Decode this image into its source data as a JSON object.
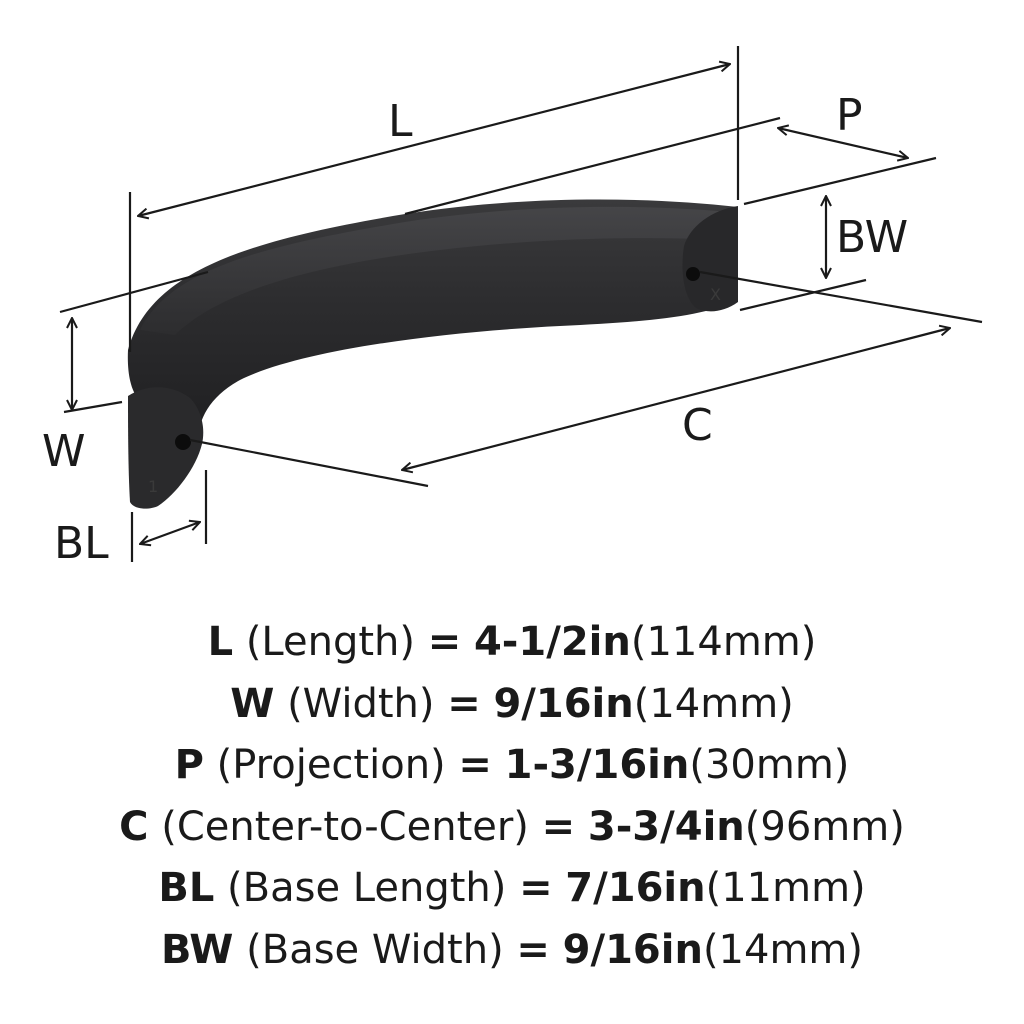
{
  "diagram": {
    "labels": {
      "length": "L",
      "projection": "P",
      "base_width": "BW",
      "width": "W",
      "center": "C",
      "base_length": "BL"
    },
    "end_marks": {
      "left": "1",
      "right": "X"
    },
    "colors": {
      "handle": "#2b2b2d",
      "handle_highlight": "#4a4a4d",
      "lines": "#1a1a1a"
    }
  },
  "specs": [
    {
      "code": "L",
      "name": "(Length)",
      "eq": "=",
      "imperial": "4-1/2in",
      "metric": "(114mm)"
    },
    {
      "code": "W",
      "name": "(Width)",
      "eq": "=",
      "imperial": "9/16in",
      "metric": "(14mm)"
    },
    {
      "code": "P",
      "name": "(Projection)",
      "eq": "=",
      "imperial": "1-3/16in",
      "metric": "(30mm)"
    },
    {
      "code": "C",
      "name": "(Center-to-Center)",
      "eq": "=",
      "imperial": "3-3/4in",
      "metric": "(96mm)"
    },
    {
      "code": "BL",
      "name": "(Base Length)",
      "eq": "=",
      "imperial": "7/16in",
      "metric": "(11mm)"
    },
    {
      "code": "BW",
      "name": "(Base Width)",
      "eq": "=",
      "imperial": "9/16in",
      "metric": "(14mm)"
    }
  ]
}
